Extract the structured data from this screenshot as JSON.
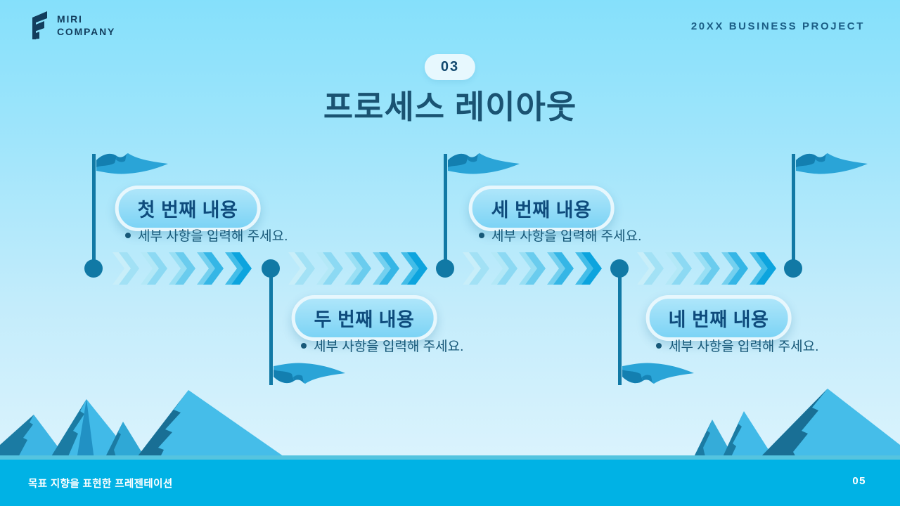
{
  "header": {
    "logo_text": "MIRI\nCOMPANY",
    "project_label": "20XX BUSINESS PROJECT"
  },
  "slide": {
    "number_badge": "03",
    "title": "프로세스 레이아웃"
  },
  "process": {
    "items": [
      {
        "label": "첫 번째 내용",
        "detail": "세부 사항을 입력해 주세요."
      },
      {
        "label": "두 번째 내용",
        "detail": "세부 사항을 입력해 주세요."
      },
      {
        "label": "세 번째 내용",
        "detail": "세부 사항을 입력해 주세요."
      },
      {
        "label": "네 번째 내용",
        "detail": "세부 사항을 입력해 주세요."
      }
    ]
  },
  "footer": {
    "caption": "목표 지향을 표현한 프레젠테이션",
    "page_number": "05"
  },
  "icons": {
    "logo": "miri-logo-mark",
    "flag": "flag-icon",
    "chevron": "chevron-right-icon",
    "mountains": "mountains-illustration"
  },
  "colors": {
    "background_top": "#85e0fb",
    "background_bottom": "#e0f5fd",
    "footer_bar": "#00b2e5",
    "timeline": "#1179a5",
    "pill_fill": "#8edcf8",
    "pill_border": "#e7f7fd",
    "heading_text": "#1a5372",
    "navy_text": "#123d5d"
  }
}
